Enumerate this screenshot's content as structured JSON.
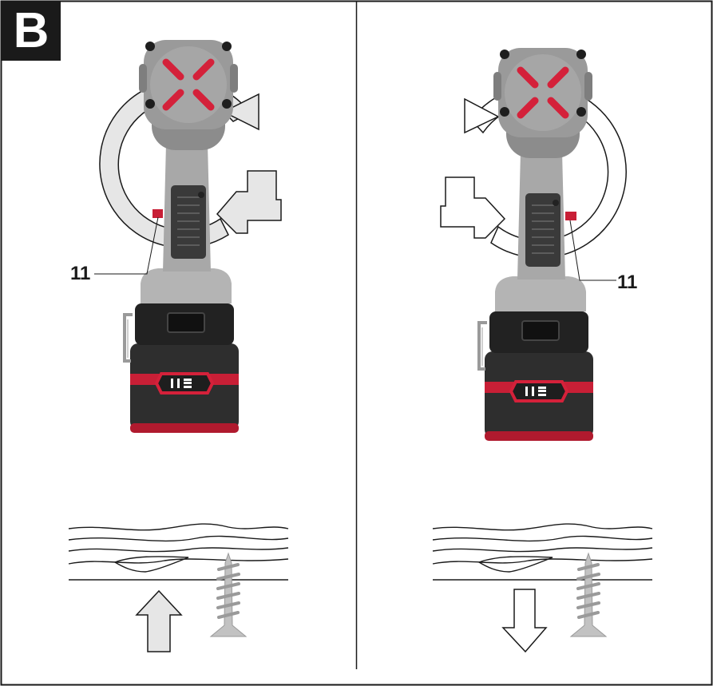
{
  "figure": {
    "badge_letter": "B",
    "callout_left": "11",
    "callout_right": "11"
  },
  "panels": [
    {
      "rotation": "clockwise",
      "screw_motion": "in"
    },
    {
      "rotation": "counterclockwise",
      "screw_motion": "out"
    }
  ],
  "colors": {
    "frame": "#1a1a1a",
    "body_grey": "#a8a8a8",
    "dark_grey": "#3a3a3a",
    "accent_red": "#d4213a",
    "arrow_fill": "#e6e6e6",
    "screw_grey": "#bdbdbd"
  }
}
